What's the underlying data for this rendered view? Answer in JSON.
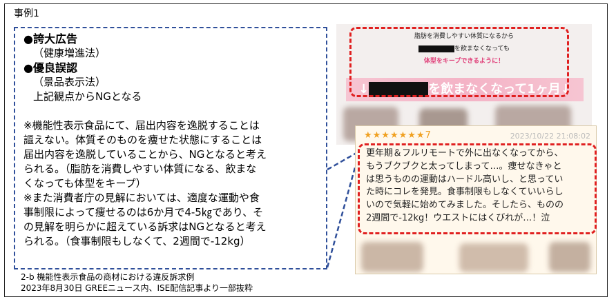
{
  "case_title": "事例1",
  "callout": {
    "heading1": "●誇大広告",
    "heading1_sub": "（健康増進法）",
    "heading2": "●優良誤認",
    "heading2_sub": "（景品表示法）",
    "heading_note": "上記観点からNGとなる",
    "body_lines": [
      "※機能性表示食品にて、届出内容を逸脱することは",
      "謳えない。体質そのものを痩せた状態にすることは",
      "届出内容を逸脱していることから、NGとなると考え",
      "られる。（脂肪を消費しやすい体質になる、飲まな",
      "くなっても体型をキープ）",
      "※また消費者庁の見解においては、適度な運動や食",
      "事制限によって痩せるのは6か月で4-5㎏であり、そ",
      "の見解を明らかに超えている訴求はNGとなると考え",
      "られる。（食事制限もしなくて、2週間で-12kg）"
    ]
  },
  "caption": {
    "line1": "2-b 機能性表示食品の商材における違反訴求例",
    "line2": "2023年8月30日 GREEニュース内、ISE配信記事より一部抜粋"
  },
  "ad_screenshot": {
    "line1": "脂肪を消費しやすい体質になるから",
    "line2_suffix": "を飲まなくなっても",
    "line3": "体型をキープできるように！",
    "banner_prefix": "↓",
    "banner_suffix": "を飲まなくなって1ヶ月↓"
  },
  "review_screenshot": {
    "stars": "★★★★★★★7",
    "date": "2023/10/22 21:08:02",
    "lines": [
      "更年期＆フルリモートで外に出なくなってから、",
      "もうブクブクと太ってしまって…。痩せなきゃと",
      "は思うものの運動はハードル高いし、と思ってい",
      "た時にコレを発見。食事制限もしなくていいらし",
      "いので気軽に始めてみました。そしたら、ものの",
      "2週間で-12kg！ウエストにはくびれが…！泣"
    ]
  },
  "colors": {
    "callout_border": "#2f4f9a",
    "highlight_border": "#e02020",
    "banner_pink": "#f4b3c6",
    "star": "#f0a020"
  }
}
